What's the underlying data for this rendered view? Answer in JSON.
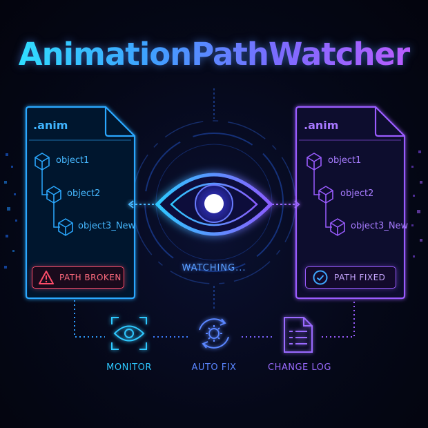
{
  "title": "AnimationPathWatcher",
  "left_file": {
    "extension": ".anim",
    "objects": [
      "object1",
      "object2",
      "object3_New"
    ],
    "status": "PATH BROKEN",
    "status_icon": "warning-icon",
    "color": "#2aa8ff",
    "status_color": "#ff4d6a"
  },
  "right_file": {
    "extension": ".anim",
    "objects": [
      "object1",
      "object2",
      "object3_New"
    ],
    "status": "PATH FIXED",
    "status_icon": "check-circle-icon",
    "color": "#9a5cff"
  },
  "center": {
    "label": "WATCHING...",
    "icon": "eye-icon"
  },
  "features": [
    {
      "label": "MONITOR",
      "icon": "eye-scan-icon",
      "color": "#2ec8ff"
    },
    {
      "label": "AUTO FIX",
      "icon": "gear-refresh-icon",
      "color": "#5a86ff"
    },
    {
      "label": "CHANGE LOG",
      "icon": "document-icon",
      "color": "#9a6bff"
    }
  ]
}
